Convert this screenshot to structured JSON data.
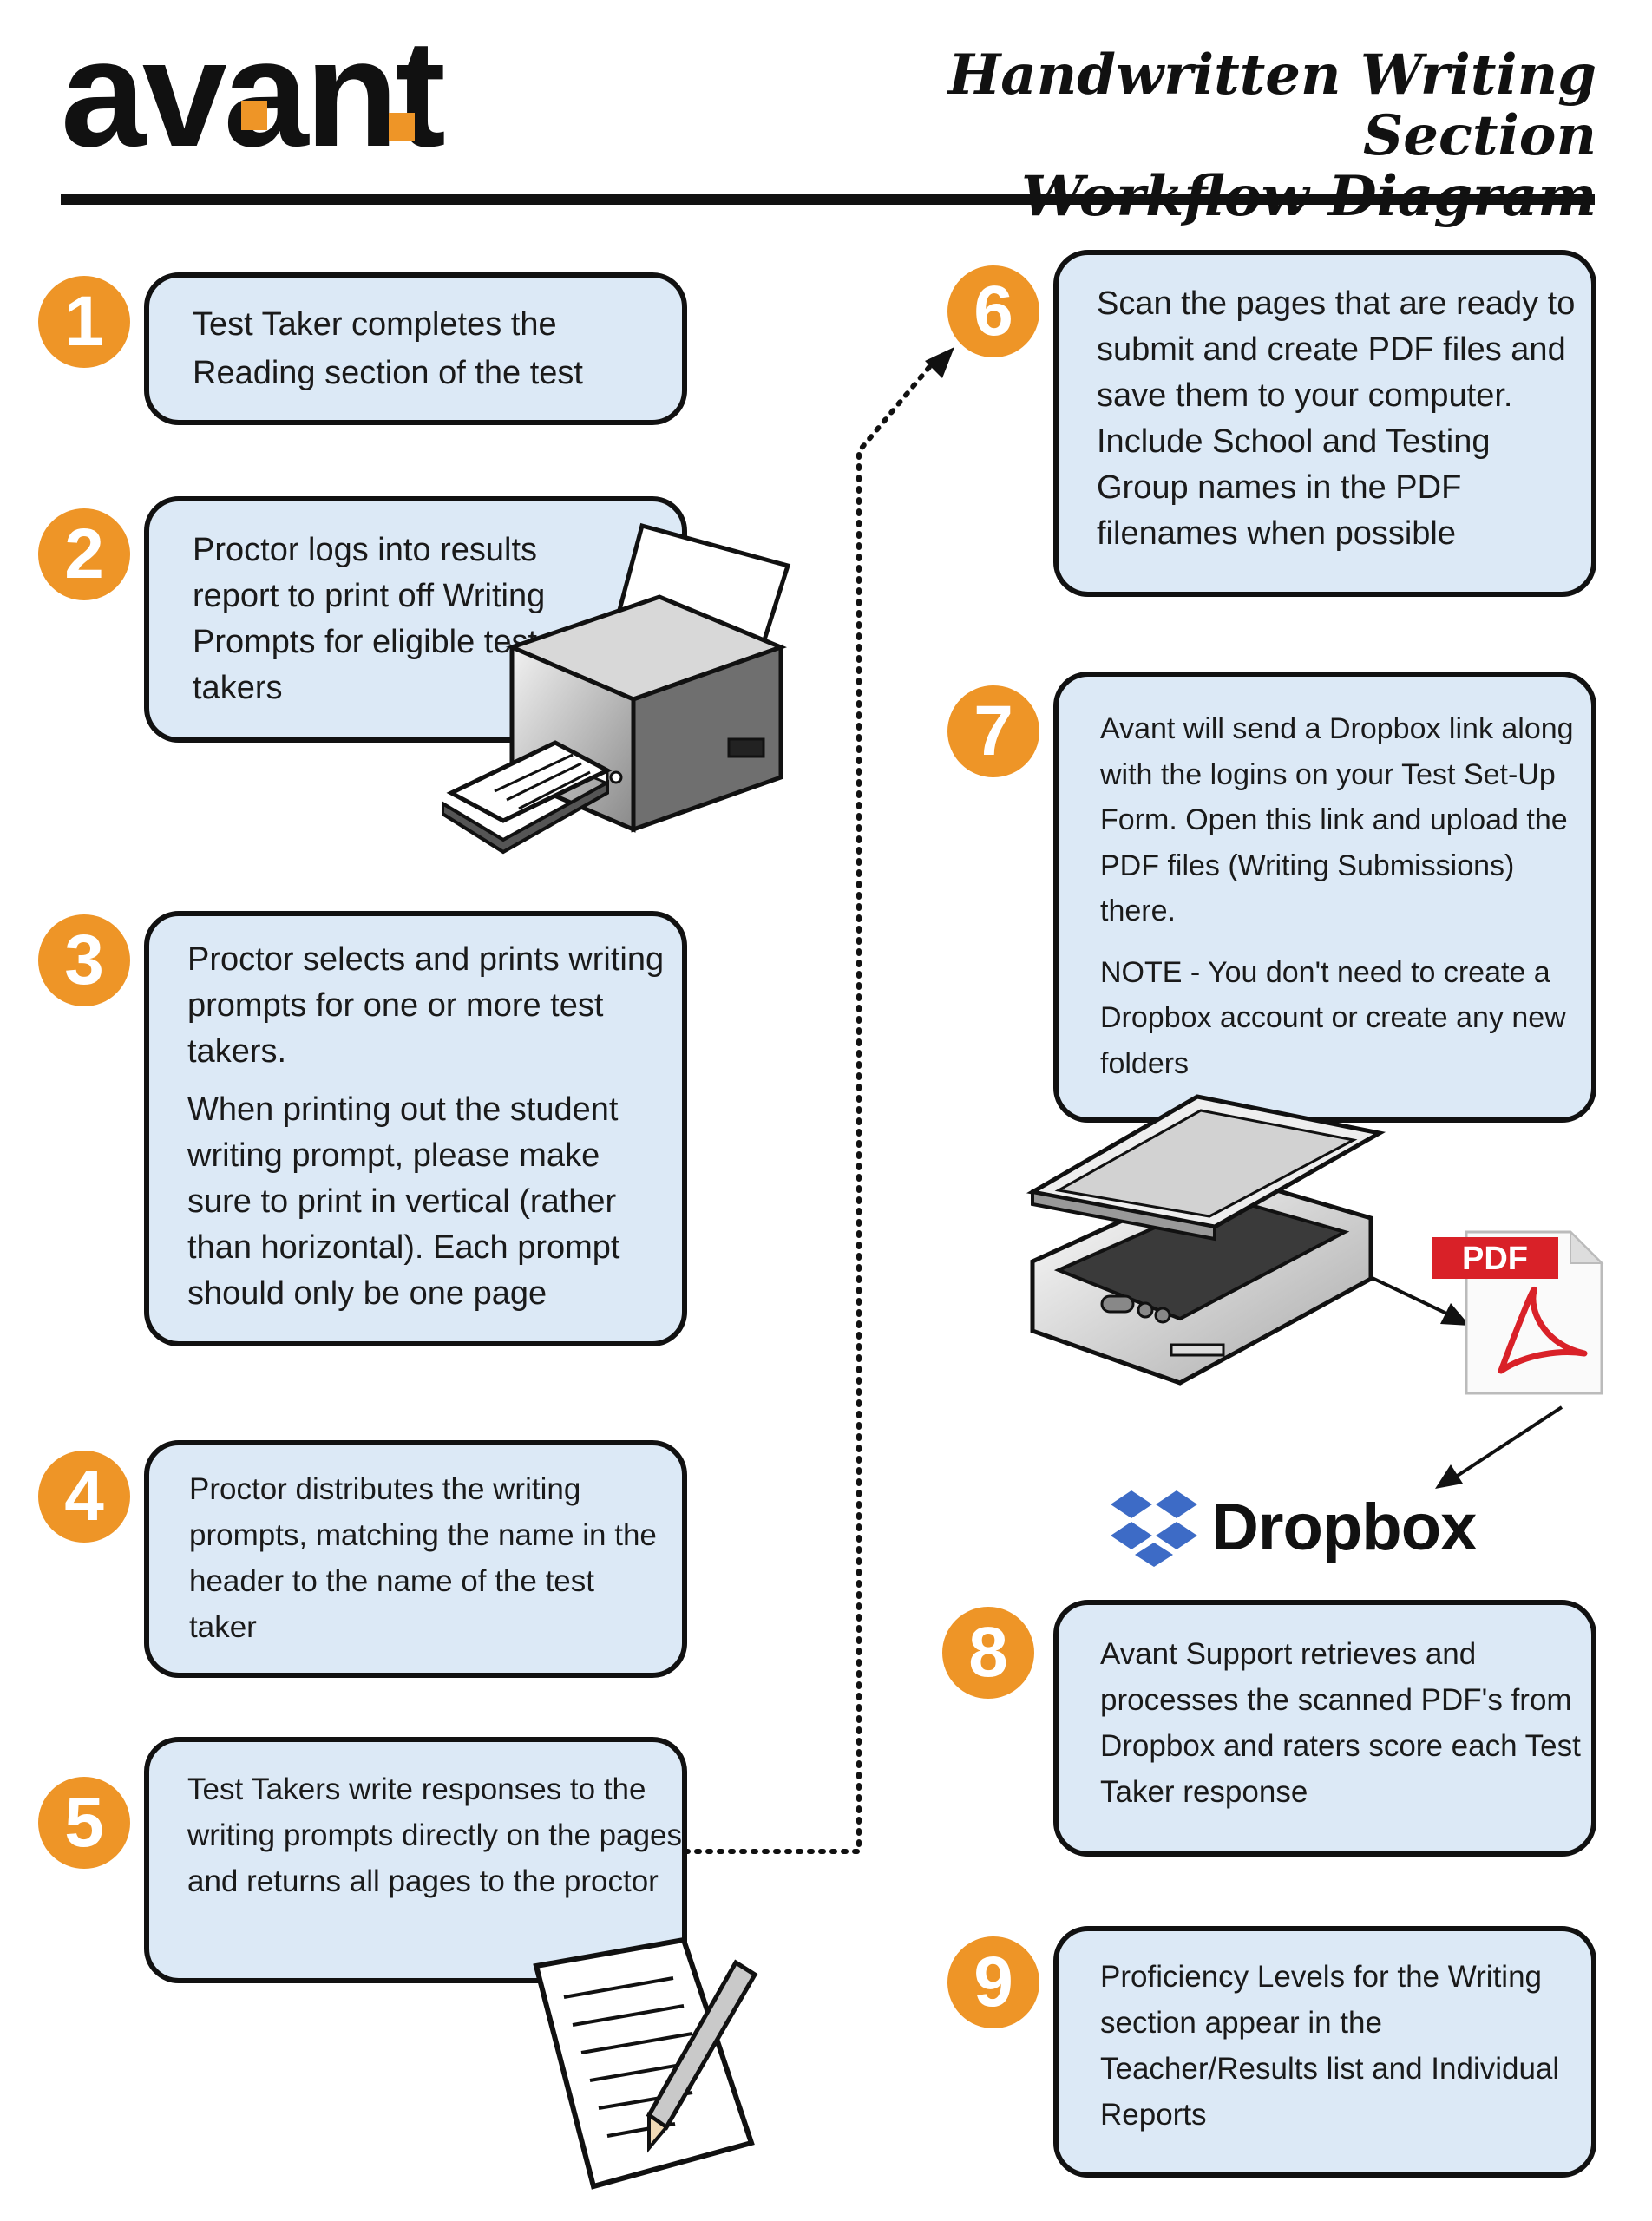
{
  "header": {
    "logo_text": "avant",
    "title_line1": "Handwritten Writing Section",
    "title_line2": "Workflow Diagram"
  },
  "colors": {
    "accent_orange": "#ee9527",
    "box_fill": "#dce9f6",
    "outline": "#111111",
    "dropbox_blue": "#3d6bc6",
    "pdf_red": "#d92128"
  },
  "steps": [
    {
      "number": "1",
      "lines": [
        "Test Taker completes the Reading section of the test"
      ]
    },
    {
      "number": "2",
      "lines": [
        "Proctor logs into results report to print off Writing Prompts for eligible test takers"
      ]
    },
    {
      "number": "3",
      "lines": [
        "Proctor selects and prints writing prompts for one or more test takers.",
        "When printing out the student writing prompt, please make sure to print in vertical (rather than horizontal). Each prompt should only be one page"
      ]
    },
    {
      "number": "4",
      "lines": [
        "Proctor distributes the writing prompts, matching the name in the header to the name of the test taker"
      ]
    },
    {
      "number": "5",
      "lines": [
        "Test Takers write responses to the writing prompts directly on the pages and returns all pages to the proctor"
      ]
    },
    {
      "number": "6",
      "lines": [
        "Scan the pages that are ready to submit and create PDF files and save them to your computer. Include School and Testing Group names in the PDF filenames when possible"
      ]
    },
    {
      "number": "7",
      "lines": [
        "Avant will send a Dropbox link along with the logins on your Test Set-Up Form. Open this link and upload the PDF files (Writing Submissions) there.",
        "NOTE - You don't need to create a Dropbox account or create any new folders"
      ]
    },
    {
      "number": "8",
      "lines": [
        "Avant Support retrieves and processes the scanned PDF's from Dropbox and raters score each Test Taker response"
      ]
    },
    {
      "number": "9",
      "lines": [
        "Proficiency Levels for the Writing section appear in the Teacher/Results list and Individual Reports"
      ]
    }
  ],
  "logos": {
    "pdf_label": "PDF",
    "dropbox_label": "Dropbox"
  }
}
